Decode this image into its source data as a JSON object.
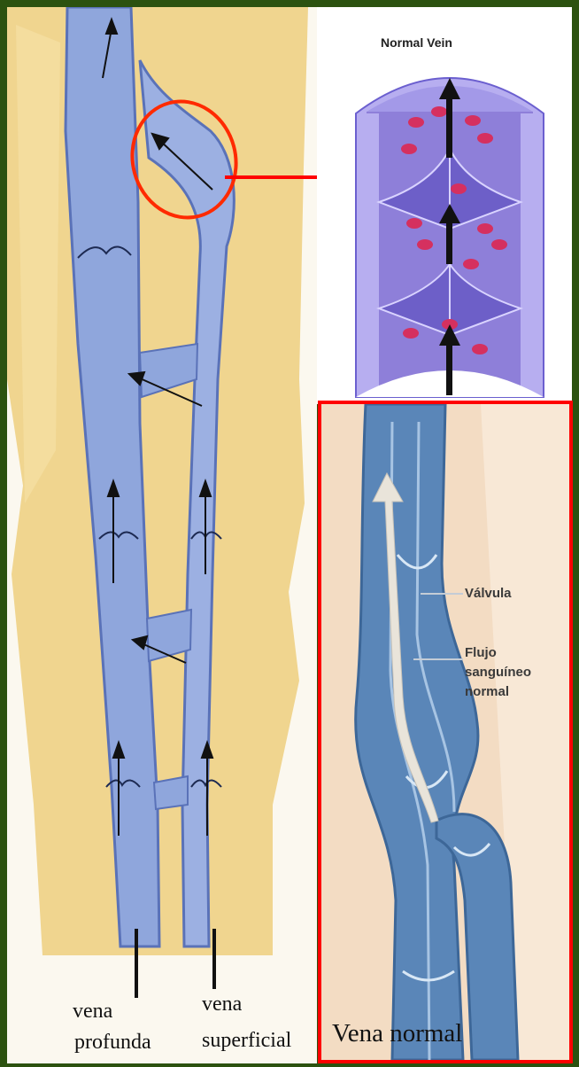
{
  "normal_vein": {
    "title": "Normal Vein"
  },
  "leg": {
    "label_deep_line1": "vena",
    "label_deep_line2": "profunda",
    "label_superficial_line1": "vena",
    "label_superficial_line2": "superficial"
  },
  "vena_normal": {
    "annotation_valve": "Válvula",
    "annotation_flow_line1": "Flujo",
    "annotation_flow_line2": "sanguíneo",
    "annotation_flow_line3": "normal",
    "caption": "Vena normal"
  },
  "colors": {
    "border_green": "#2c5210",
    "highlight_red": "#ff0000",
    "vein_blue": "#8fa6dc",
    "normal_vein_purple": "#8e7fd9",
    "skin": "#f0d58f"
  }
}
